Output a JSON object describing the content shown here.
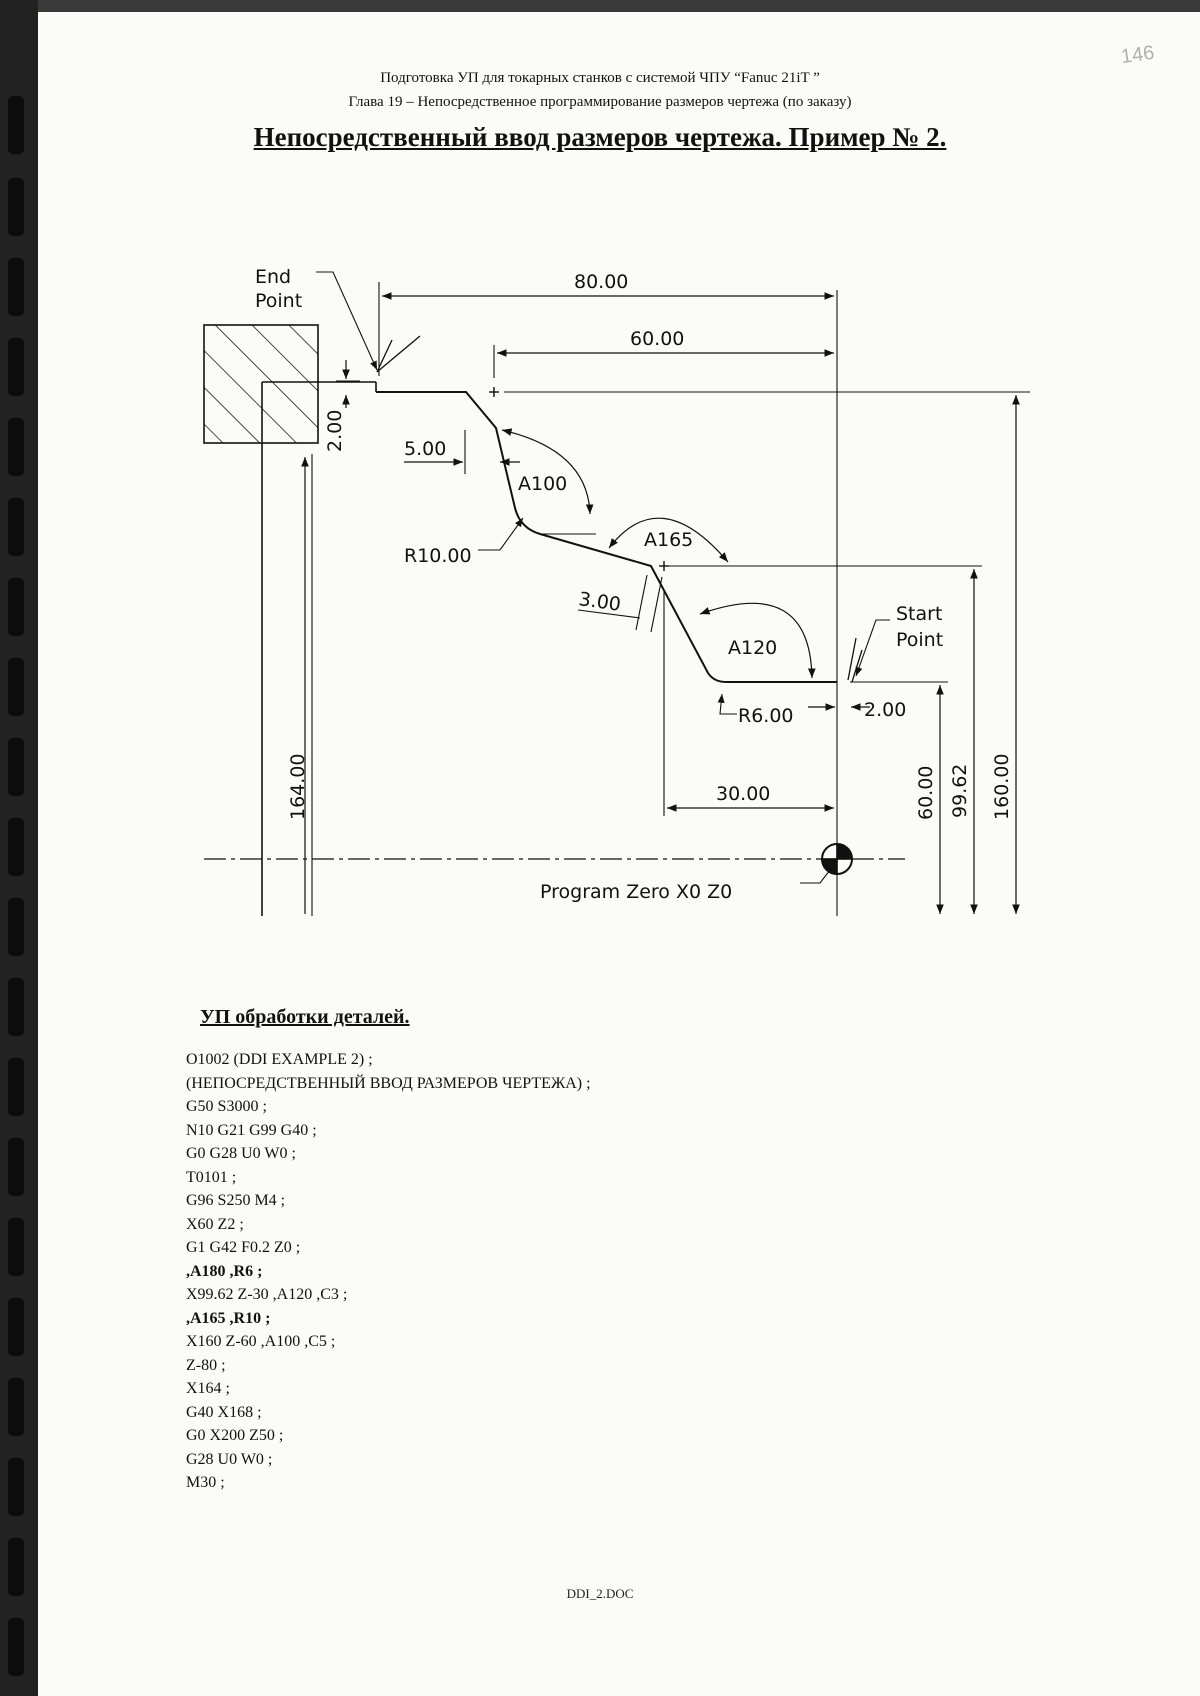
{
  "header": {
    "line1": "Подготовка УП для токарных станков с системой ЧПУ “Fanuc 21iT ”",
    "line2": "Глава 19 – Непосредственное программирование размеров чертежа (по заказу)",
    "title": "Непосредственный ввод размеров чертежа. Пример № 2.",
    "page_number_handwritten": "146"
  },
  "drawing": {
    "end_point_label_1": "End",
    "end_point_label_2": "Point",
    "start_point_label_1": "Start",
    "start_point_label_2": "Point",
    "program_zero": "Program Zero X0 Z0",
    "dims": {
      "d80": "80.00",
      "d60": "60.00",
      "d2_left": "2.00",
      "d5": "5.00",
      "a100": "A100",
      "a165": "A165",
      "r10": "R10.00",
      "d3": "3.00",
      "a120": "A120",
      "r6": "R6.00",
      "d2_right": "2.00",
      "d30": "30.00",
      "d164": "164.00",
      "d60v": "60.00",
      "d9962": "99.62",
      "d160": "160.00"
    }
  },
  "program": {
    "heading": "УП обработки деталей.",
    "lines": [
      {
        "text": "O1002 (DDI EXAMPLE 2) ;",
        "bold": false
      },
      {
        "text": "(НЕПОСРЕДСТВЕННЫЙ ВВОД РАЗМЕРОВ ЧЕРТЕЖА) ;",
        "bold": false
      },
      {
        "text": "G50 S3000 ;",
        "bold": false
      },
      {
        "text": "N10 G21 G99 G40 ;",
        "bold": false
      },
      {
        "text": "G0 G28 U0 W0 ;",
        "bold": false
      },
      {
        "text": "T0101 ;",
        "bold": false
      },
      {
        "text": "G96 S250 M4 ;",
        "bold": false
      },
      {
        "text": "X60 Z2 ;",
        "bold": false
      },
      {
        "text": "G1 G42 F0.2 Z0 ;",
        "bold": false
      },
      {
        "text": ",A180 ,R6 ;",
        "bold": true
      },
      {
        "text": "X99.62 Z-30 ,A120 ,C3 ;",
        "bold": false
      },
      {
        "text": ",A165 ,R10 ;",
        "bold": true
      },
      {
        "text": "X160 Z-60 ,A100 ,C5 ;",
        "bold": false
      },
      {
        "text": "Z-80 ;",
        "bold": false
      },
      {
        "text": "X164 ;",
        "bold": false
      },
      {
        "text": "G40 X168 ;",
        "bold": false
      },
      {
        "text": "G0 X200 Z50 ;",
        "bold": false
      },
      {
        "text": "G28 U0 W0 ;",
        "bold": false
      },
      {
        "text": "M30 ;",
        "bold": false
      }
    ]
  },
  "footer": {
    "filename": "DDI_2.DOC"
  }
}
